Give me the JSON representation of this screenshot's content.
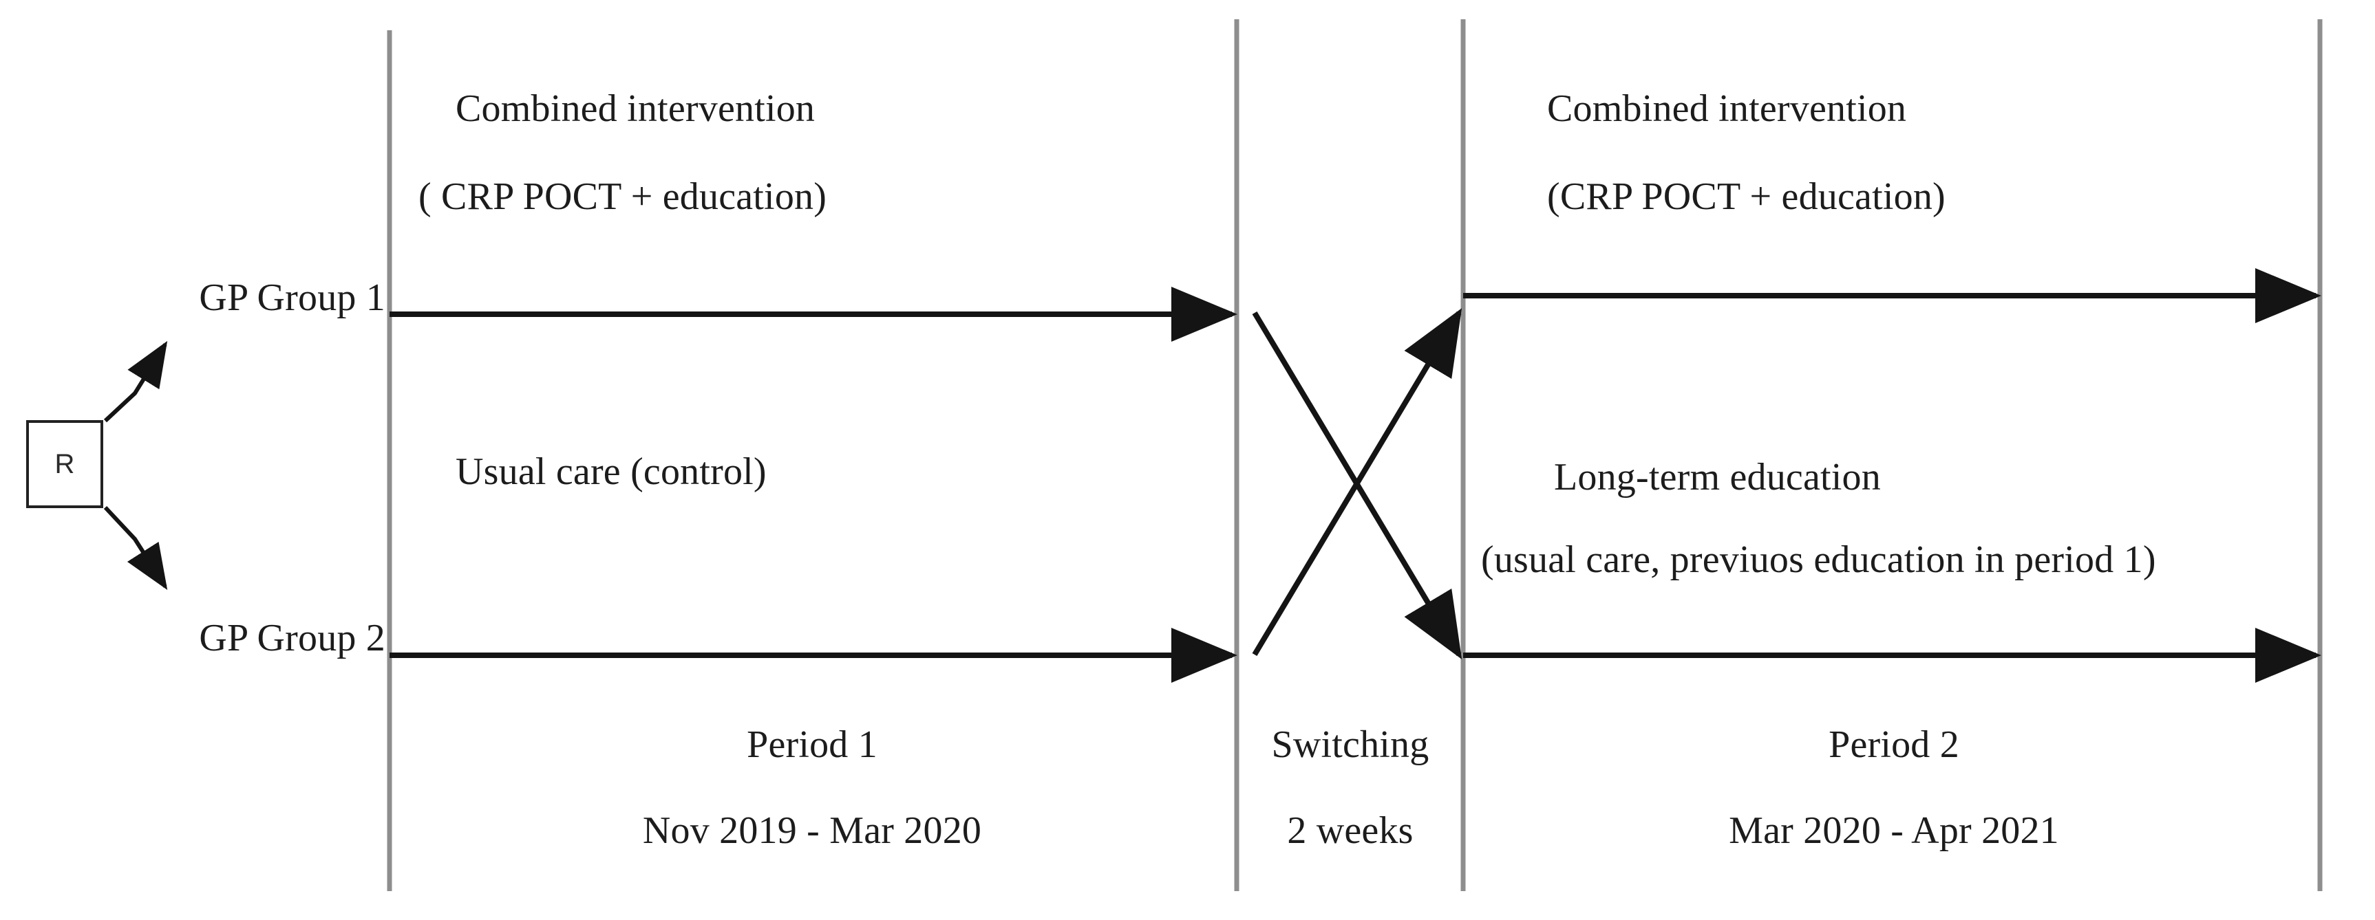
{
  "figure": {
    "type": "crossover-trial-design-diagram",
    "randomization_box": {
      "label": "R",
      "name": "randomization-node"
    },
    "arms": [
      {
        "id": "arm-1",
        "label": "GP Group 1",
        "period1_treatment_line1": "Combined intervention",
        "period1_treatment_line2": "( CRP POCT + education)",
        "period2_treatment_line1": "Combined intervention",
        "period2_treatment_line2": "(CRP POCT + education)"
      },
      {
        "id": "arm-2",
        "label": "GP Group 2",
        "period1_treatment_line1": "Usual care    (control)",
        "period1_treatment_line2": "",
        "period2_treatment_line1": "Long-term education",
        "period2_treatment_line2": "(usual care, previuos education in period 1)"
      }
    ],
    "periods": [
      {
        "id": "period-1",
        "title": "Period 1",
        "dates": "Nov 2019 - Mar 2020"
      },
      {
        "id": "switching",
        "title": "Switching",
        "dates": "2 weeks"
      },
      {
        "id": "period-2",
        "title": "Period 2",
        "dates": "Mar 2020 - Apr 2021"
      }
    ],
    "colors": {
      "line": "#1c1c1c",
      "divider": "#8a8a8a",
      "text": "#1c1c1c",
      "background": "#ffffff"
    }
  }
}
